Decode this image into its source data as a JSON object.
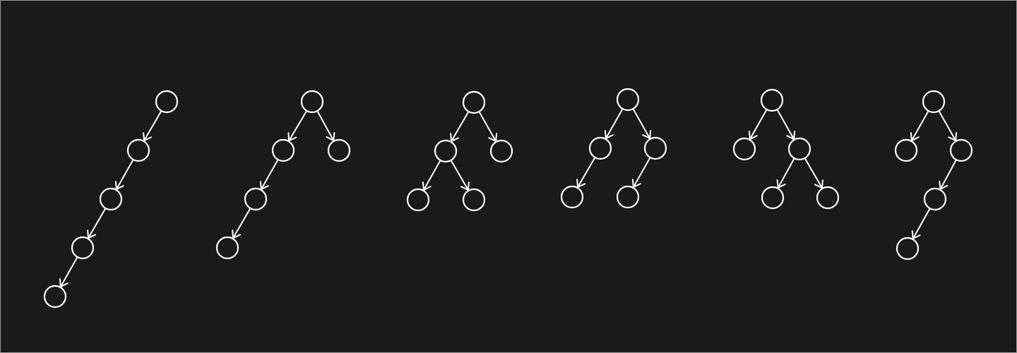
{
  "colors": {
    "background": "#1a1a1a",
    "stroke": "#ffffff",
    "border": "#9a9a9a"
  },
  "diagram": {
    "description_type": "binary-tree-shapes",
    "trees": [
      {
        "nodes": [
          "a",
          "b",
          "c",
          "d",
          "e"
        ],
        "edges": [
          [
            "a",
            "b"
          ],
          [
            "b",
            "c"
          ],
          [
            "c",
            "d"
          ],
          [
            "d",
            "e"
          ]
        ]
      },
      {
        "nodes": [
          "a",
          "b",
          "c",
          "d",
          "e"
        ],
        "edges": [
          [
            "a",
            "b"
          ],
          [
            "a",
            "c"
          ],
          [
            "b",
            "d"
          ],
          [
            "d",
            "e"
          ]
        ]
      },
      {
        "nodes": [
          "a",
          "b",
          "c",
          "d",
          "e"
        ],
        "edges": [
          [
            "a",
            "b"
          ],
          [
            "a",
            "c"
          ],
          [
            "b",
            "d"
          ],
          [
            "b",
            "e"
          ]
        ]
      },
      {
        "nodes": [
          "a",
          "b",
          "c",
          "d",
          "e"
        ],
        "edges": [
          [
            "a",
            "b"
          ],
          [
            "a",
            "c"
          ],
          [
            "b",
            "d"
          ],
          [
            "c",
            "e"
          ]
        ]
      },
      {
        "nodes": [
          "a",
          "b",
          "c",
          "d",
          "e"
        ],
        "edges": [
          [
            "a",
            "b"
          ],
          [
            "a",
            "c"
          ],
          [
            "c",
            "d"
          ],
          [
            "c",
            "e"
          ]
        ]
      },
      {
        "nodes": [
          "a",
          "b",
          "c",
          "d",
          "e"
        ],
        "edges": [
          [
            "a",
            "b"
          ],
          [
            "a",
            "c"
          ],
          [
            "c",
            "d"
          ],
          [
            "d",
            "e"
          ]
        ]
      }
    ]
  }
}
